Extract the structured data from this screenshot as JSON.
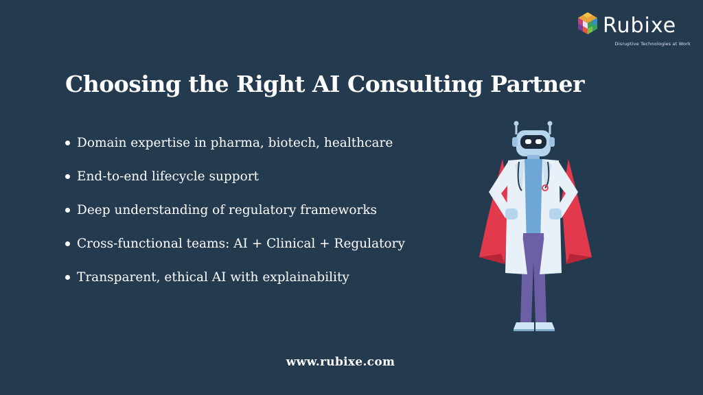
{
  "brand": {
    "name": "Rubixe",
    "tagline": "Disruptive Technologies at Work"
  },
  "title": "Choosing the Right AI Consulting Partner",
  "bullets": [
    "Domain expertise in pharma, biotech, healthcare",
    "End-to-end lifecycle support",
    "Deep understanding of regulatory frameworks",
    "Cross-functional teams: AI + Clinical + Regulatory",
    "Transparent, ethical AI with explainability"
  ],
  "footer": "www.rubixe.com",
  "icons": {
    "logo": "rubixe-cube-logo-icon",
    "illustration": "robot-doctor-superhero-icon"
  },
  "colors": {
    "background": "#243a4f",
    "text": "#ffffff",
    "cape": "#e23a4c",
    "coat": "#e8f1f8",
    "shirt": "#6ea6d8",
    "pants": "#6d5fa6"
  }
}
